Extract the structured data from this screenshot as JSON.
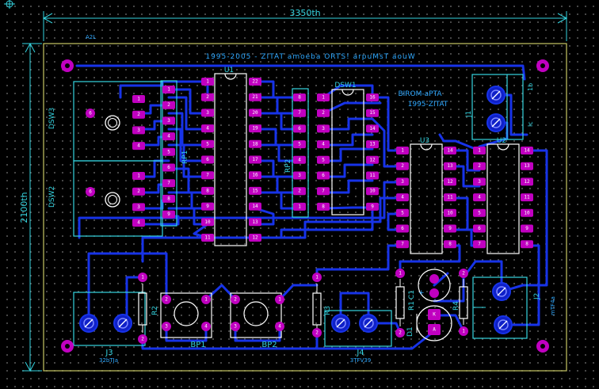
{
  "dimensions": {
    "width_label": "3350th",
    "height_label": "2100th"
  },
  "board": {
    "title_text": "1995-2005 - ZITAT amoeba ORTS! arpuMsT aouW",
    "rev_text": "BIROM-aPTA",
    "rev_sub": "1995-ZITAT",
    "corner_label": "A2L"
  },
  "components": {
    "U1": "U1",
    "U2": "U2",
    "U3": "U3",
    "RP1": "RP1",
    "RP2": "RP2",
    "DSW1": "DSW1",
    "DSW2": "DSW2",
    "DSW3": "DSW3",
    "J1": "J1",
    "J2": "J2",
    "J3": "J3",
    "J4": "J4",
    "R1": "R1",
    "R2": "R2",
    "R3": "R3",
    "R4": "R4",
    "BP1": "BP1",
    "BP2": "BP2",
    "D1": "D1",
    "C1": "C1"
  },
  "connector_texts": {
    "J3": "32bTJa",
    "J4": "3TFV39",
    "J2": "mTF4a",
    "J1_a": "1b",
    "J1_b": "lc"
  },
  "pad_labels": {
    "K": "K",
    "A": "A",
    "plus": "+"
  },
  "colors": {
    "background": "#000000",
    "trace": "#1733e8",
    "silk": "#35d4e0",
    "pad": "#c000c0",
    "outline": "#c8c864"
  }
}
